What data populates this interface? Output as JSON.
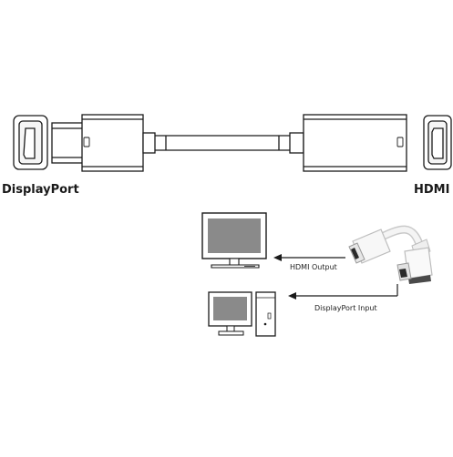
{
  "labels": {
    "displayport": "DisplayPort",
    "hdmi": "HDMI",
    "hdmi_output": "HDMI Output",
    "displayport_input": "DisplayPort Input"
  },
  "icons": {
    "displayport_port": "displayport-port-icon",
    "hdmi_port": "hdmi-port-icon",
    "monitor": "monitor-icon",
    "desktop_computer": "desktop-computer-icon",
    "adapter": "adapter-cable-icon"
  },
  "colors": {
    "line": "#1a1a1a",
    "screen": "#8a8a8a",
    "adapter_shadow": "#bdbdbd",
    "port_inner": "#e8e8e8"
  }
}
